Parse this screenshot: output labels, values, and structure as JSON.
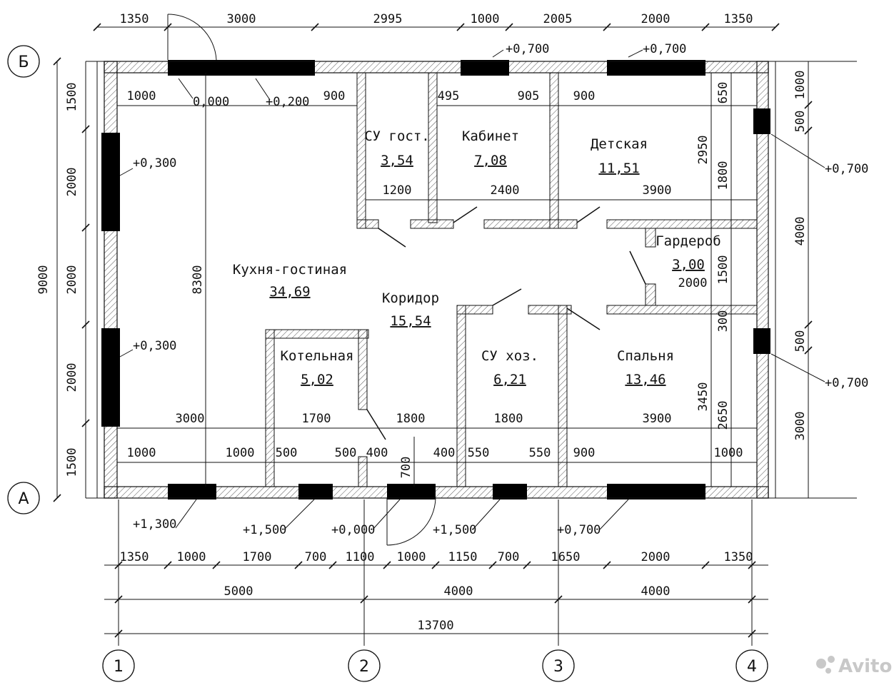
{
  "axes": {
    "a": "А",
    "b": "Б",
    "c1": "1",
    "c2": "2",
    "c3": "3",
    "c4": "4"
  },
  "rooms": [
    {
      "name": "Кухня-гостиная",
      "area": "34,69"
    },
    {
      "name": "Коридор",
      "area": "15,54"
    },
    {
      "name": "СУ гост.",
      "area": "3,54"
    },
    {
      "name": "Кабинет",
      "area": "7,08"
    },
    {
      "name": "Детская",
      "area": "11,51"
    },
    {
      "name": "Гардероб",
      "area": "3,00"
    },
    {
      "name": "Котельная",
      "area": "5,02"
    },
    {
      "name": "СУ хоз.",
      "area": "6,21"
    },
    {
      "name": "Спальня",
      "area": "13,46"
    }
  ],
  "levels": {
    "l0_000": "0,000",
    "l0_200": "+0,200",
    "l0_300a": "+0,300",
    "l0_300b": "+0,300",
    "l0_700a": "+0,700",
    "l0_700b": "+0,700",
    "l0_700c": "+0,700",
    "l0_700d": "+0,700",
    "l0_700e": "+0,700",
    "l1_300": "+1,300",
    "l1_500a": "+1,500",
    "l1_500b": "+1,500",
    "l0_000b": "+0,000"
  },
  "dims": {
    "top": [
      "1350",
      "3000",
      "2995",
      "1000",
      "2005",
      "2000",
      "1350"
    ],
    "bottom1": [
      "1350",
      "1000",
      "1700",
      "700",
      "1100",
      "1000",
      "1150",
      "700",
      "1650",
      "2000",
      "1350"
    ],
    "bottom2": [
      "5000",
      "4000",
      "4000"
    ],
    "total": "13700",
    "left_outer": "9000",
    "left": [
      "1500",
      "2000",
      "2000",
      "2000",
      "1500"
    ],
    "right": [
      "1000",
      "500",
      "4000",
      "500",
      "3000"
    ],
    "inner_top": [
      "1000",
      "900",
      "495",
      "905",
      "900",
      "650"
    ],
    "inner_row1": [
      "1200",
      "2400",
      "3900"
    ],
    "inner_v": [
      "8300",
      "2950",
      "1800",
      "1500",
      "300",
      "3450",
      "2650",
      "2000",
      "700"
    ],
    "inner_row2": [
      "3000",
      "1700",
      "1800",
      "1800",
      "3900"
    ],
    "inner_bottom": [
      "1000",
      "1000",
      "500",
      "500",
      "400",
      "400",
      "550",
      "550",
      "900",
      "1000"
    ]
  },
  "watermark": "Avito"
}
